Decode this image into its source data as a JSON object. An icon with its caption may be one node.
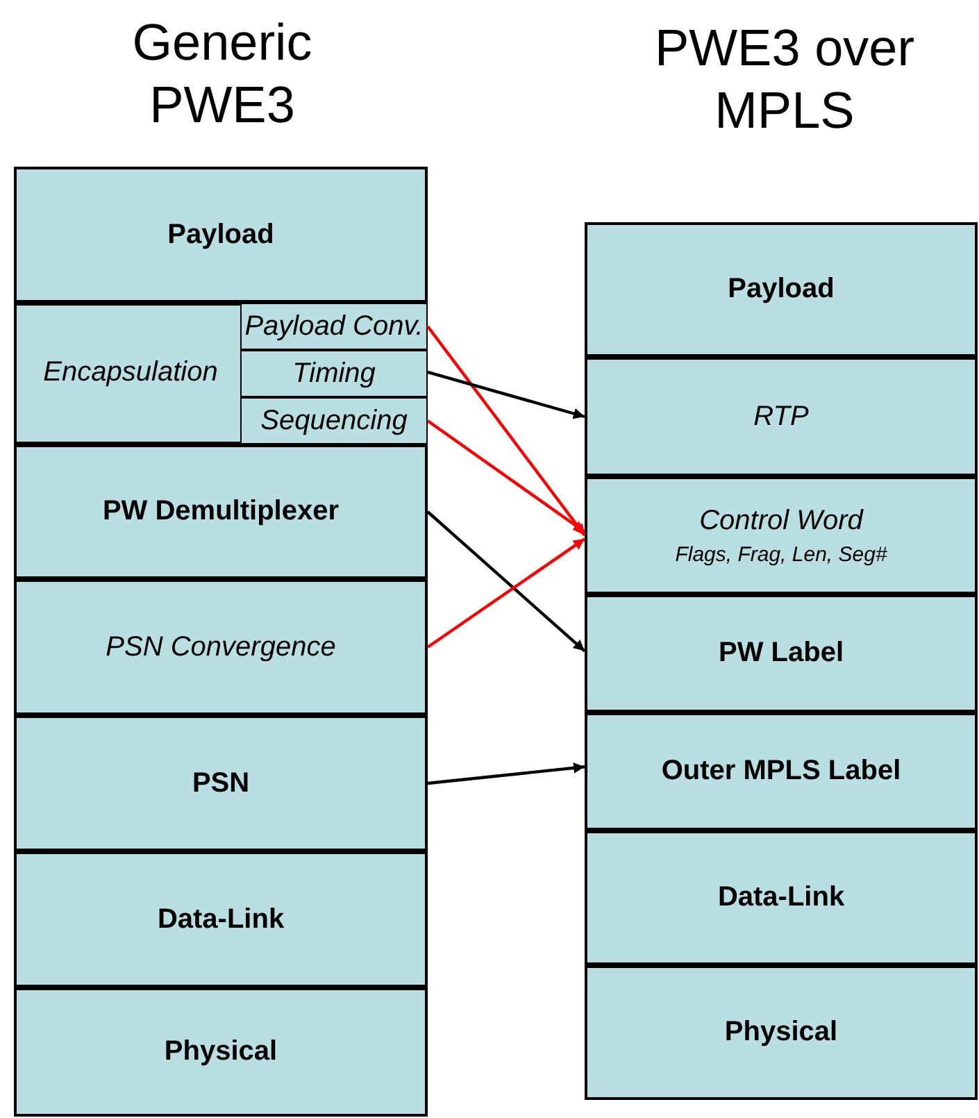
{
  "diagram": {
    "nodes": [
      {
        "text": [
          "Payload"
        ]
      },
      {
        "text": [
          "Encapsulation"
        ]
      },
      {
        "text": [
          "Payload Conv."
        ],
        "in": 1
      },
      {
        "text": [
          "Timing"
        ],
        "in": 1
      },
      {
        "text": [
          "Sequencing"
        ],
        "in": 1
      },
      {
        "text": [
          "PW Demultiplexer"
        ]
      },
      {
        "text": [
          "PSN Convergence"
        ]
      },
      {
        "text": [
          "PSN"
        ]
      },
      {
        "text": [
          "Data-Link"
        ]
      },
      {
        "text": [
          "Physical"
        ]
      },
      {
        "text": [
          "Payload"
        ]
      },
      {
        "text": [
          "RTP"
        ]
      },
      {
        "text": [
          "Control Word",
          "Flags, Frag, Len, Seg#"
        ]
      },
      {
        "text": [
          "PW Label"
        ]
      },
      {
        "text": [
          "Outer MPLS Label"
        ]
      },
      {
        "text": [
          "Data-Link"
        ]
      },
      {
        "text": [
          "Physical"
        ]
      }
    ],
    "edges": [
      {
        "from": 2,
        "to": 12,
        "arrow": "to",
        "color": "#ff0000"
      },
      {
        "from": 3,
        "to": 11,
        "arrow": "to",
        "color": "#000000"
      },
      {
        "from": 4,
        "to": 12,
        "arrow": "to",
        "color": "#ff0000"
      },
      {
        "from": 5,
        "to": 13,
        "arrow": "to",
        "color": "#000000"
      },
      {
        "from": 6,
        "to": 12,
        "arrow": "to",
        "color": "#ff0000"
      },
      {
        "from": 7,
        "to": 14,
        "arrow": "to",
        "color": "#000000"
      }
    ],
    "labels": [
      "Generic PWE3",
      "PWE3 over MPLS"
    ]
  }
}
